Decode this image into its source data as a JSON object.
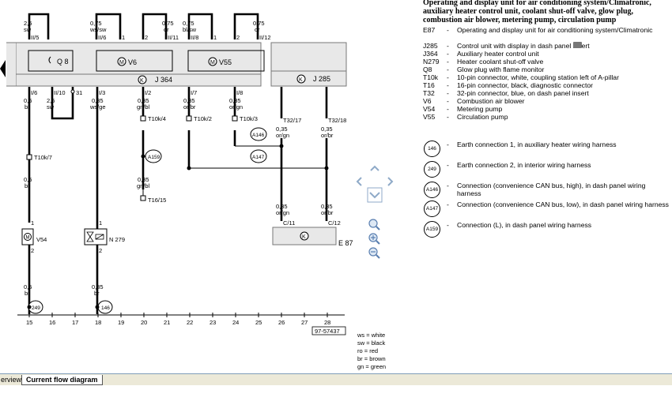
{
  "legend": {
    "title": "Operating and display unit for air conditioning system/Climatronic, auxiliary heater control unit, coolant shut-off valve, glow plug, combustion air blower, metering pump, circulation pump",
    "items": [
      {
        "code": "E87",
        "desc": "Operating and display unit for air conditioning system/Climatronic"
      },
      {
        "code": "J285",
        "desc": "Control unit with display in dash panel insert"
      },
      {
        "code": "J364",
        "desc": "Auxiliary heater control unit"
      },
      {
        "code": "N279",
        "desc": "Heater coolant shut-off valve"
      },
      {
        "code": "Q8",
        "desc": "Glow plug with flame monitor"
      },
      {
        "code": "T10k",
        "desc": "10-pin connector, white, coupling station left of A-pillar"
      },
      {
        "code": "T16",
        "desc": "16-pin connector, black, diagnostic connector"
      },
      {
        "code": "T32",
        "desc": "32-pin connector, blue, on dash panel insert"
      },
      {
        "code": "V6",
        "desc": "Combustion air blower"
      },
      {
        "code": "V54",
        "desc": "Metering pump"
      },
      {
        "code": "V55",
        "desc": "Circulation pump"
      }
    ],
    "badges": [
      {
        "code": "146",
        "desc": "Earth connection 1, in auxiliary heater wiring harness"
      },
      {
        "code": "249",
        "desc": "Earth connection 2, in interior wiring harness"
      },
      {
        "code": "A146",
        "desc": "Connection (convenience CAN bus, high), in dash panel wiring harness"
      },
      {
        "code": "A147",
        "desc": "Connection (convenience CAN bus, low), in dash panel wiring harness"
      },
      {
        "code": "A159",
        "desc": "Connection (L), in dash panel wiring harness"
      }
    ]
  },
  "wire_colors": [
    "ws = white",
    "sw = black",
    "ro = red",
    "br = brown",
    "gn = green"
  ],
  "tabs": {
    "overview": "erview",
    "current": "Current flow diagram"
  },
  "diagram": {
    "drawing_number": "97-57437",
    "columns": [
      "15",
      "16",
      "17",
      "18",
      "19",
      "20",
      "21",
      "22",
      "23",
      "24",
      "25",
      "26",
      "27",
      "28"
    ],
    "top_wires": [
      {
        "size": "2,5",
        "color": "sw",
        "pin": "II/5"
      },
      {
        "size": "0,75",
        "color": "ws/sw",
        "pin": "II/6"
      },
      {
        "size": "",
        "color": "",
        "pin": "1"
      },
      {
        "size": "",
        "color": "",
        "pin": "2"
      },
      {
        "size": "0,75",
        "color": "or",
        "pin": "II/11"
      },
      {
        "size": "0,75",
        "color": "bl/sw",
        "pin": "II/8"
      },
      {
        "size": "",
        "color": "",
        "pin": "1"
      },
      {
        "size": "",
        "color": "",
        "pin": "2"
      },
      {
        "size": "0,75",
        "color": "or",
        "pin": "II/12"
      }
    ],
    "components": {
      "q8": "Q 8",
      "v6": "V6",
      "v55": "V55",
      "j364": "J 364",
      "j285": "J 285",
      "v54": "V54",
      "n279": "N 279",
      "e87": "E 87"
    },
    "pins": {
      "j364_bottom": [
        "I/6",
        "II/10",
        "31",
        "I/3",
        "I/2",
        "I/7",
        "I/8"
      ],
      "j285_bottom": [
        "T32/17",
        "T32/18"
      ],
      "t10k": [
        "T10k/4",
        "T10k/2",
        "T10k/3",
        "T10k/7"
      ],
      "t16": "T16/15",
      "e87": [
        "C/11",
        "C/12"
      ],
      "v54": [
        "1",
        "2"
      ],
      "n279": [
        "1",
        "2"
      ]
    },
    "wires": {
      "c15a": {
        "size": "0,5",
        "color": "bl"
      },
      "c16": {
        "size": "2,5",
        "color": "sw"
      },
      "c18": {
        "size": "0,35",
        "color": "ws/ge"
      },
      "c20": {
        "size": "0,35",
        "color": "gn/bl"
      },
      "c22": {
        "size": "0,35",
        "color": "or/br"
      },
      "c24": {
        "size": "0,35",
        "color": "or/gn"
      },
      "c26a": {
        "size": "0,35",
        "color": "or/gn"
      },
      "c28a": {
        "size": "0,35",
        "color": "or/br"
      },
      "c15b": {
        "size": "0,5",
        "color": "bl"
      },
      "c20b": {
        "size": "0,35",
        "color": "gn/bl"
      },
      "c26b": {
        "size": "0,35",
        "color": "or/gn"
      },
      "c28b": {
        "size": "0,35",
        "color": "or/br"
      },
      "c15c": {
        "size": "0,5",
        "color": "br"
      },
      "c18b": {
        "size": "0,35",
        "color": "br"
      }
    },
    "connections": {
      "a159": "A159",
      "a146": "A146",
      "a147": "A147",
      "e249": "249",
      "e146": "146"
    }
  }
}
